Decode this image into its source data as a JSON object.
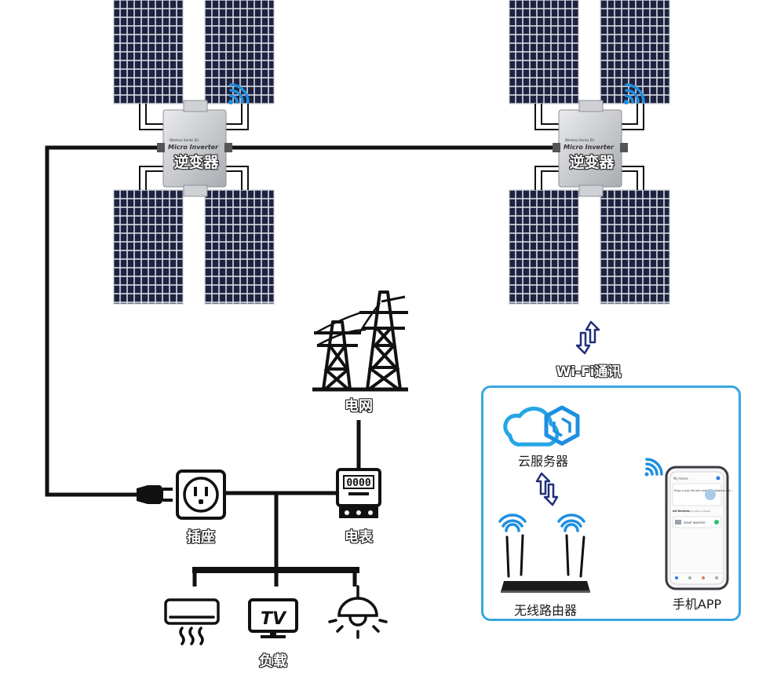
{
  "inverters": [
    {
      "label": "逆变器",
      "brand_small": "Wireless Series EU",
      "model": "Micro Inverter"
    },
    {
      "label": "逆变器",
      "brand_small": "Wireless Series EU",
      "model": "Micro Inverter"
    }
  ],
  "labels": {
    "wifi_comm": "Wi-Fi通讯",
    "grid": "电网",
    "meter": "电表",
    "meter_reading": "0000",
    "socket": "插座",
    "load": "负载",
    "cloud_server": "云服务器",
    "router": "无线路由器",
    "phone_app": "手机APP",
    "tv_text": "TV"
  },
  "phone_screen": {
    "header": "My Home",
    "card_text": "Enjoy a cozy life with ambient indicators and ...",
    "section": "All Devices",
    "filters": "Living Room  Master",
    "device": "SMART INVERTER"
  },
  "colors": {
    "wire": "#111111",
    "wifi_blue": "#1e8fe0",
    "frame_blue": "#3aa6e0",
    "arrow_navy": "#1f2f7a",
    "cloud_blue": "#25a6e6",
    "panel_cell": "#1d2340"
  },
  "icons": [
    "solar-panel-icon",
    "micro-inverter-icon",
    "wifi-icon",
    "transmission-tower-icon",
    "electric-meter-icon",
    "power-socket-icon",
    "power-plug-icon",
    "air-conditioner-icon",
    "tv-icon",
    "ceiling-lamp-icon",
    "cloud-icon",
    "router-icon",
    "smartphone-icon",
    "bidirectional-arrow-icon"
  ]
}
